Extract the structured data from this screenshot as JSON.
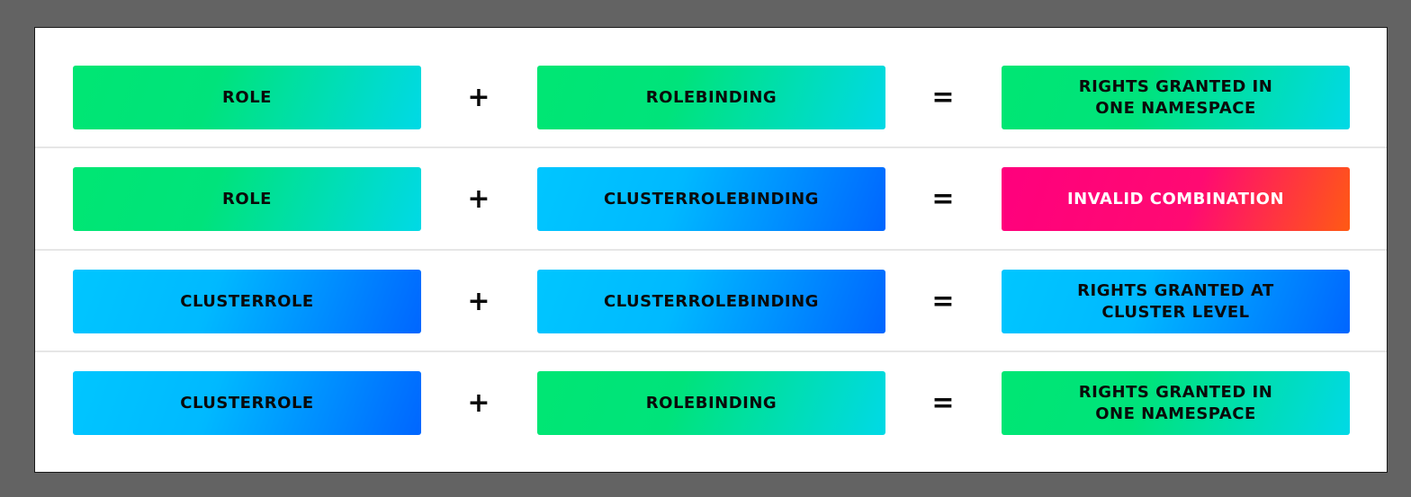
{
  "operators": {
    "plus": "+",
    "equals": "="
  },
  "rows": [
    {
      "left": "ROLE",
      "middle": "ROLEBINDING",
      "result": "RIGHTS GRANTED IN\nONE NAMESPACE"
    },
    {
      "left": "ROLE",
      "middle": "CLUSTERROLEBINDING",
      "result": "INVALID COMBINATION"
    },
    {
      "left": "CLUSTERROLE",
      "middle": "CLUSTERROLEBINDING",
      "result": "RIGHTS GRANTED AT\nCLUSTER LEVEL"
    },
    {
      "left": "CLUSTERROLE",
      "middle": "ROLEBINDING",
      "result": "RIGHTS GRANTED IN\nONE NAMESPACE"
    }
  ],
  "colors": {
    "page_background": "#636363",
    "panel_background": "#ffffff",
    "green_start": "#00e673",
    "green_end": "#00d9e6",
    "blue_start": "#00c6ff",
    "blue_end": "#0066ff",
    "pink_start": "#ff007d",
    "pink_end": "#ff5a14"
  }
}
